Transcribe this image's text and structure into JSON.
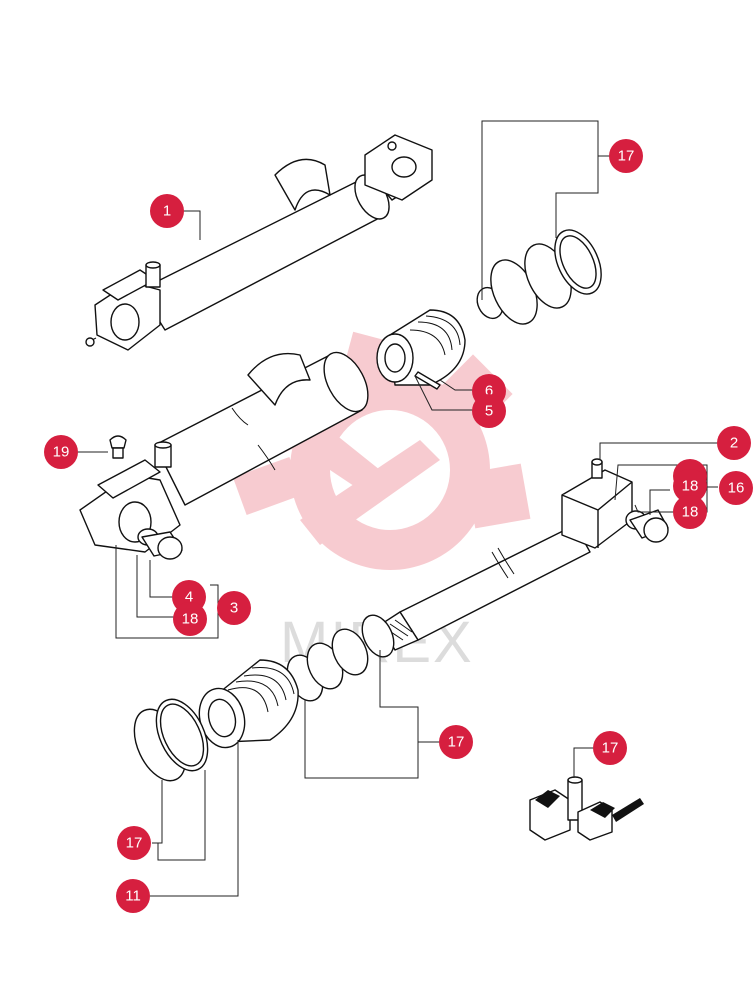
{
  "watermark": {
    "text": "MIREX",
    "gear_color": "#f6c3c8",
    "text_color": "#dcdcdc",
    "logo_icon": "gear-wrench-logo"
  },
  "callout_color": "#d61f3f",
  "callouts": [
    {
      "id": "c1",
      "label": "1"
    },
    {
      "id": "c17a",
      "label": "17"
    },
    {
      "id": "c6",
      "label": "6"
    },
    {
      "id": "c5",
      "label": "5"
    },
    {
      "id": "c19",
      "label": "19"
    },
    {
      "id": "c2",
      "label": "2"
    },
    {
      "id": "c18a",
      "label": "18"
    },
    {
      "id": "c16",
      "label": "16"
    },
    {
      "id": "c18b",
      "label": "18"
    },
    {
      "id": "c18c",
      "label": "18"
    },
    {
      "id": "c4",
      "label": "4"
    },
    {
      "id": "c3",
      "label": "3"
    },
    {
      "id": "c18d",
      "label": "18"
    },
    {
      "id": "c17b",
      "label": "17"
    },
    {
      "id": "c17c",
      "label": "17"
    },
    {
      "id": "c17d",
      "label": "17"
    },
    {
      "id": "c11",
      "label": "11"
    }
  ]
}
